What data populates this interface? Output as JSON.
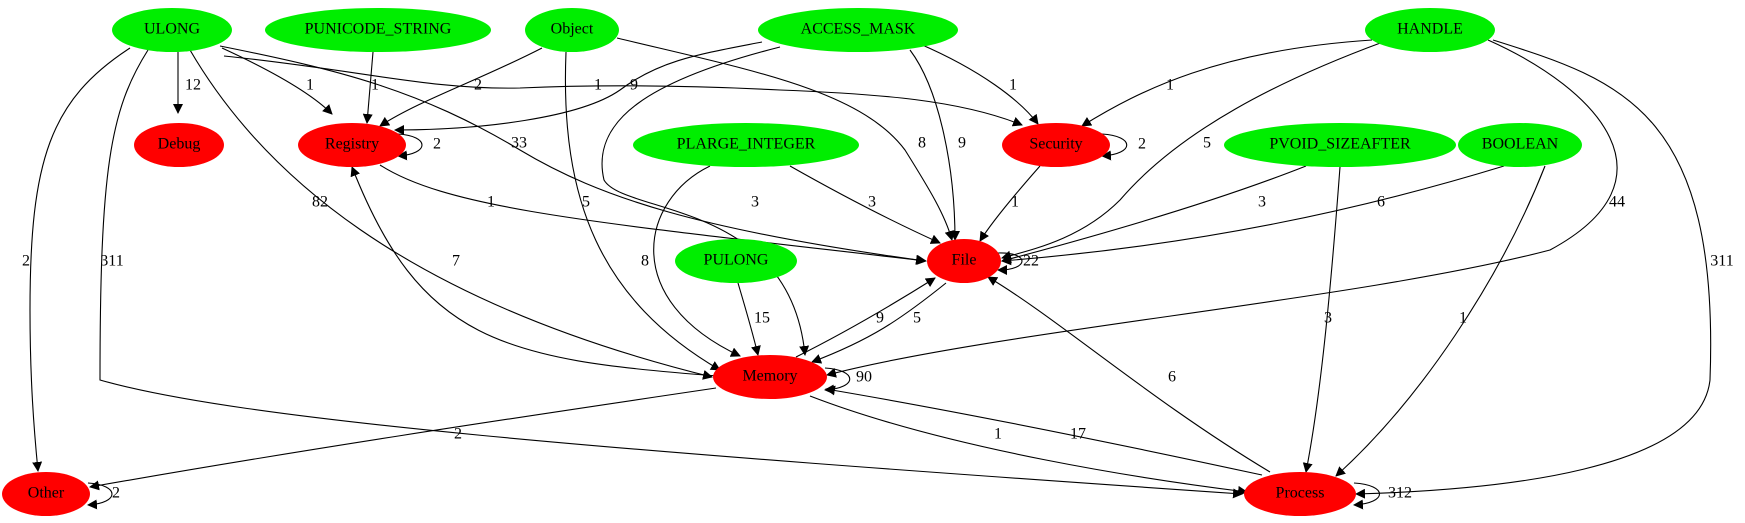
{
  "colors": {
    "type_node": "#00ee00",
    "category_node": "#ff0000",
    "edge": "#000000",
    "background": "#ffffff"
  },
  "nodes": [
    {
      "id": "ULONG",
      "label": "ULONG",
      "kind": "type"
    },
    {
      "id": "PUNICODE_STRING",
      "label": "PUNICODE_STRING",
      "kind": "type"
    },
    {
      "id": "Object",
      "label": "Object",
      "kind": "type"
    },
    {
      "id": "ACCESS_MASK",
      "label": "ACCESS_MASK",
      "kind": "type"
    },
    {
      "id": "HANDLE",
      "label": "HANDLE",
      "kind": "type"
    },
    {
      "id": "PLARGE_INTEGER",
      "label": "PLARGE_INTEGER",
      "kind": "type"
    },
    {
      "id": "PVOID_SIZEAFTER",
      "label": "PVOID_SIZEAFTER",
      "kind": "type"
    },
    {
      "id": "BOOLEAN",
      "label": "BOOLEAN",
      "kind": "type"
    },
    {
      "id": "PULONG",
      "label": "PULONG",
      "kind": "type"
    },
    {
      "id": "Debug",
      "label": "Debug",
      "kind": "category"
    },
    {
      "id": "Registry",
      "label": "Registry",
      "kind": "category"
    },
    {
      "id": "Security",
      "label": "Security",
      "kind": "category"
    },
    {
      "id": "File",
      "label": "File",
      "kind": "category"
    },
    {
      "id": "Memory",
      "label": "Memory",
      "kind": "category"
    },
    {
      "id": "Other",
      "label": "Other",
      "kind": "category"
    },
    {
      "id": "Process",
      "label": "Process",
      "kind": "category"
    }
  ],
  "edges": [
    {
      "from": "ULONG",
      "to": "Debug",
      "label": "12"
    },
    {
      "from": "ULONG",
      "to": "Registry",
      "label": "1"
    },
    {
      "from": "ULONG",
      "to": "Security",
      "label": "1"
    },
    {
      "from": "ULONG",
      "to": "File",
      "label": "33"
    },
    {
      "from": "ULONG",
      "to": "Memory",
      "label": "82"
    },
    {
      "from": "ULONG",
      "to": "Other",
      "label": "2"
    },
    {
      "from": "ULONG",
      "to": "Process",
      "label": "311"
    },
    {
      "from": "PUNICODE_STRING",
      "to": "Registry",
      "label": "1"
    },
    {
      "from": "Object",
      "to": "Registry",
      "label": "2"
    },
    {
      "from": "Object",
      "to": "File",
      "label": "8"
    },
    {
      "from": "Object",
      "to": "Memory",
      "label": "5"
    },
    {
      "from": "ACCESS_MASK",
      "to": "Registry",
      "label": "9"
    },
    {
      "from": "ACCESS_MASK",
      "to": "Memory",
      "label": "3"
    },
    {
      "from": "ACCESS_MASK",
      "to": "File",
      "label": "9"
    },
    {
      "from": "ACCESS_MASK",
      "to": "Security",
      "label": "1"
    },
    {
      "from": "HANDLE",
      "to": "Security",
      "label": "1"
    },
    {
      "from": "HANDLE",
      "to": "File",
      "label": "5"
    },
    {
      "from": "HANDLE",
      "to": "Memory",
      "label": "44"
    },
    {
      "from": "HANDLE",
      "to": "Process",
      "label": "311"
    },
    {
      "from": "Registry",
      "to": "Registry",
      "label": "2"
    },
    {
      "from": "Registry",
      "to": "File",
      "label": "1"
    },
    {
      "from": "Security",
      "to": "Security",
      "label": "2"
    },
    {
      "from": "Security",
      "to": "File",
      "label": "1"
    },
    {
      "from": "PLARGE_INTEGER",
      "to": "File",
      "label": "3"
    },
    {
      "from": "PLARGE_INTEGER",
      "to": "Memory",
      "label": "8"
    },
    {
      "from": "PVOID_SIZEAFTER",
      "to": "File",
      "label": "3"
    },
    {
      "from": "PVOID_SIZEAFTER",
      "to": "Process",
      "label": "3"
    },
    {
      "from": "BOOLEAN",
      "to": "File",
      "label": "6"
    },
    {
      "from": "BOOLEAN",
      "to": "Process",
      "label": "1"
    },
    {
      "from": "File",
      "to": "File",
      "label": "22"
    },
    {
      "from": "File",
      "to": "Memory",
      "label": "5"
    },
    {
      "from": "PULONG",
      "to": "Memory",
      "label": "15"
    },
    {
      "from": "Memory",
      "to": "Registry",
      "label": "7"
    },
    {
      "from": "Memory",
      "to": "File",
      "label": "9"
    },
    {
      "from": "Memory",
      "to": "Memory",
      "label": "90"
    },
    {
      "from": "Memory",
      "to": "Other",
      "label": "2"
    },
    {
      "from": "Memory",
      "to": "Process",
      "label": "1"
    },
    {
      "from": "Process",
      "to": "Memory",
      "label": "17"
    },
    {
      "from": "Process",
      "to": "File",
      "label": "6"
    },
    {
      "from": "Process",
      "to": "Process",
      "label": "312"
    },
    {
      "from": "Other",
      "to": "Other",
      "label": "2"
    }
  ]
}
